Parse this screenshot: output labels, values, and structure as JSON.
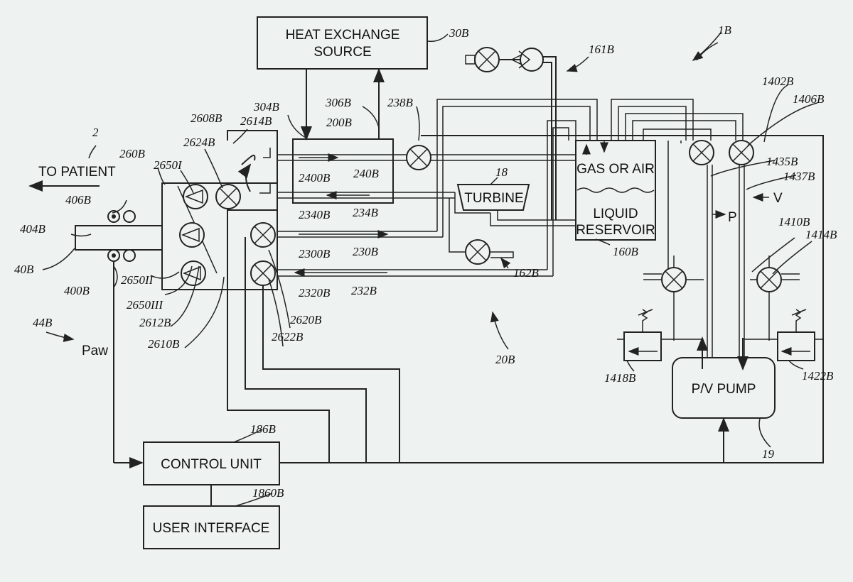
{
  "blocks": {
    "heat_exchange": [
      "HEAT EXCHANGE",
      "SOURCE"
    ],
    "turbine": "TURBINE",
    "gas_or_air": "GAS OR AIR",
    "liquid_reservoir": [
      "LIQUID",
      "RESERVOIR"
    ],
    "pv_pump": "P/V PUMP",
    "control_unit": "CONTROL UNIT",
    "user_interface": "USER INTERFACE"
  },
  "labels": {
    "to_patient": "TO PATIENT",
    "paw": "Paw",
    "p": "P",
    "v": "V"
  },
  "refs": {
    "r30B": "30B",
    "r1B": "1B",
    "r161B": "161B",
    "r2": "2",
    "r260B": "260B",
    "r2650I": "2650I",
    "r2624B": "2624B",
    "r2608B": "2608B",
    "r2614B": "2614B",
    "r304B": "304B",
    "r306B": "306B",
    "r200B": "200B",
    "r238B": "238B",
    "r1402B": "1402B",
    "r1406B": "1406B",
    "r406B": "406B",
    "r404B": "404B",
    "r40B": "40B",
    "r400B": "400B",
    "r2650II": "2650II",
    "r2650III": "2650III",
    "r2612B": "2612B",
    "r2610B": "2610B",
    "r2620B": "2620B",
    "r2622B": "2622B",
    "r2400B": "2400B",
    "r240B": "240B",
    "r2340B": "2340B",
    "r234B": "234B",
    "r2300B": "2300B",
    "r230B": "230B",
    "r2320B": "2320B",
    "r232B": "232B",
    "r18": "18",
    "r162B": "162B",
    "r160B": "160B",
    "r1435B": "1435B",
    "r1437B": "1437B",
    "r1410B": "1410B",
    "r1414B": "1414B",
    "r20B": "20B",
    "r44B": "44B",
    "r1418B": "1418B",
    "r1422B": "1422B",
    "r19": "19",
    "r186B": "186B",
    "r1860B": "1860B"
  }
}
